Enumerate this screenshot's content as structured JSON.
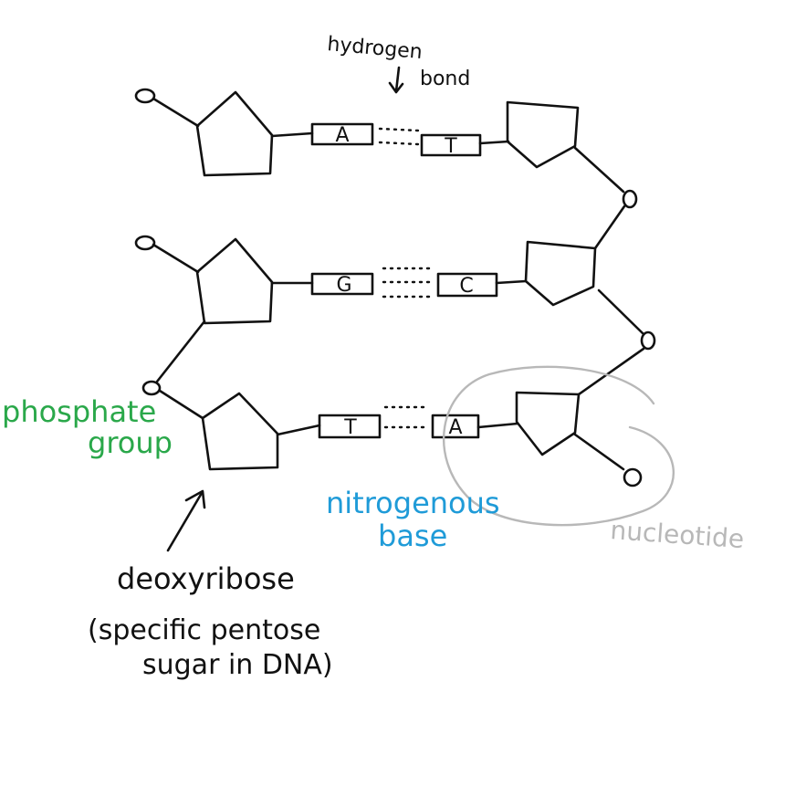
{
  "colors": {
    "ink": "#111111",
    "phosphate_label": "#2aa84a",
    "base_label": "#1f9bd8",
    "nucleotide_label": "#b8b8b8"
  },
  "annotations": {
    "hydrogen_bond_line1": "hydrogen",
    "hydrogen_bond_line2": "bond",
    "phosphate_line1": "phosphate",
    "phosphate_line2": "group",
    "nitrogenous_line1": "nitrogenous",
    "nitrogenous_line2": "base",
    "nucleotide": "nucleotide",
    "deoxyribose": "deoxyribose",
    "deoxyribose_note_line1": "(specific pentose",
    "deoxyribose_note_line2": "sugar in DNA)"
  },
  "base_pairs": [
    {
      "left": "A",
      "right": "T"
    },
    {
      "left": "G",
      "right": "C"
    },
    {
      "left": "T",
      "right": "A"
    }
  ]
}
